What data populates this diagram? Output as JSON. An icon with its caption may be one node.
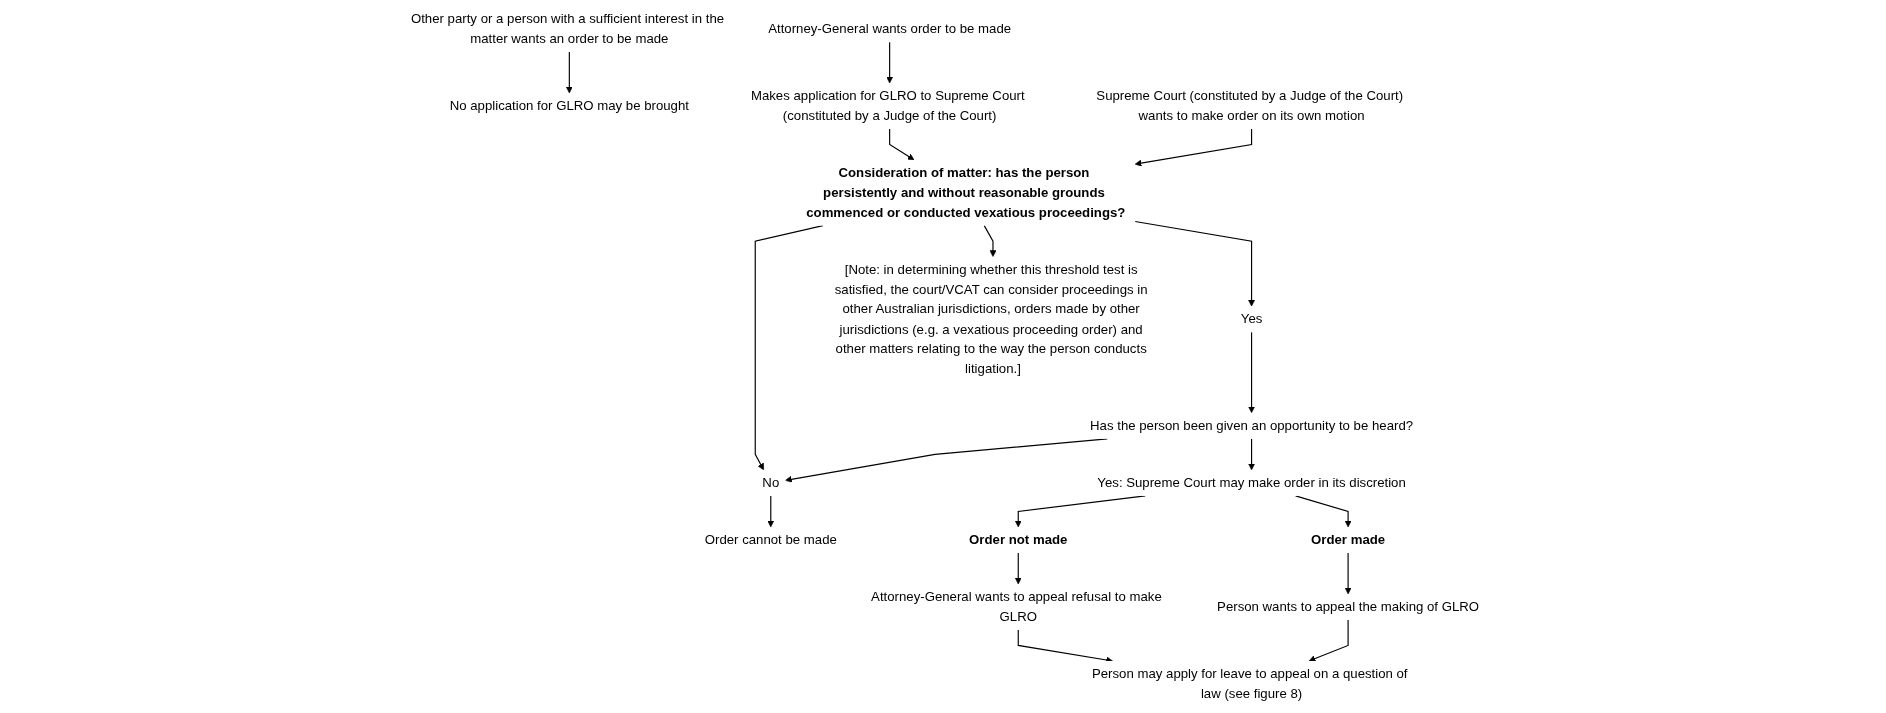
{
  "diagram": {
    "nodes": [
      {
        "text": [
          "Other party or a person with a sufficient interest in the matter wants an order to be made"
        ]
      },
      {
        "text": [
          "No application for GLRO may be brought"
        ]
      },
      {
        "text": [
          "Attorney-General wants order to be made"
        ]
      },
      {
        "text": [
          "Makes application for GLRO to Supreme Court (constituted by a Judge of the Court)"
        ]
      },
      {
        "text": [
          "Supreme Court (constituted by a Judge of the Court) wants to make order on its own motion"
        ]
      },
      {
        "text": [
          "Consideration of matter: has the person persistently and without reasonable grounds commenced or conducted vexatious proceedings?"
        ]
      },
      {
        "text": [
          "No"
        ]
      },
      {
        "text": [
          "Yes"
        ]
      },
      {
        "text": [
          "[Note: in determining whether this threshold test is satisfied, the court/VCAT can consider proceedings in other Australian jurisdictions, orders made by other jurisdictions (e.g. a vexatious proceeding order) and other matters relating to the way the person conducts litigation.]"
        ]
      },
      {
        "text": [
          "Order cannot be made"
        ]
      },
      {
        "text": [
          "Has the person been given an opportunity to be heard?"
        ]
      },
      {
        "text": [
          "Yes: Supreme Court may make order in its discretion"
        ]
      },
      {
        "text": [
          "Order not made"
        ]
      },
      {
        "text": [
          "Order made"
        ]
      },
      {
        "text": [
          "Attorney-General wants to appeal refusal to make GLRO"
        ]
      },
      {
        "text": [
          "Person wants to appeal the making of GLRO"
        ]
      },
      {
        "text": [
          "Person may apply for leave to appeal on a question of law (see figure 8)"
        ]
      }
    ],
    "edges": [
      {
        "from": 0,
        "to": 1,
        "arrow": "to"
      },
      {
        "from": 2,
        "to": 3,
        "arrow": "to"
      },
      {
        "from": 3,
        "to": 5,
        "arrow": "to"
      },
      {
        "from": 4,
        "to": 5,
        "arrow": "to"
      },
      {
        "from": 5,
        "to": 6,
        "arrow": "to"
      },
      {
        "from": 5,
        "to": 7,
        "arrow": "to"
      },
      {
        "from": 5,
        "to": 8,
        "arrow": "to"
      },
      {
        "from": 6,
        "to": 9,
        "arrow": "to"
      },
      {
        "from": 7,
        "to": 10,
        "arrow": "to"
      },
      {
        "from": 10,
        "to": 6,
        "arrow": "to"
      },
      {
        "from": 10,
        "to": 11,
        "arrow": "to"
      },
      {
        "from": 11,
        "to": 12,
        "arrow": "to"
      },
      {
        "from": 11,
        "to": 13,
        "arrow": "to"
      },
      {
        "from": 12,
        "to": 14,
        "arrow": "to"
      },
      {
        "from": 13,
        "to": 15,
        "arrow": "to"
      },
      {
        "from": 14,
        "to": 16,
        "arrow": "to"
      },
      {
        "from": 15,
        "to": 16,
        "arrow": "to"
      }
    ]
  }
}
